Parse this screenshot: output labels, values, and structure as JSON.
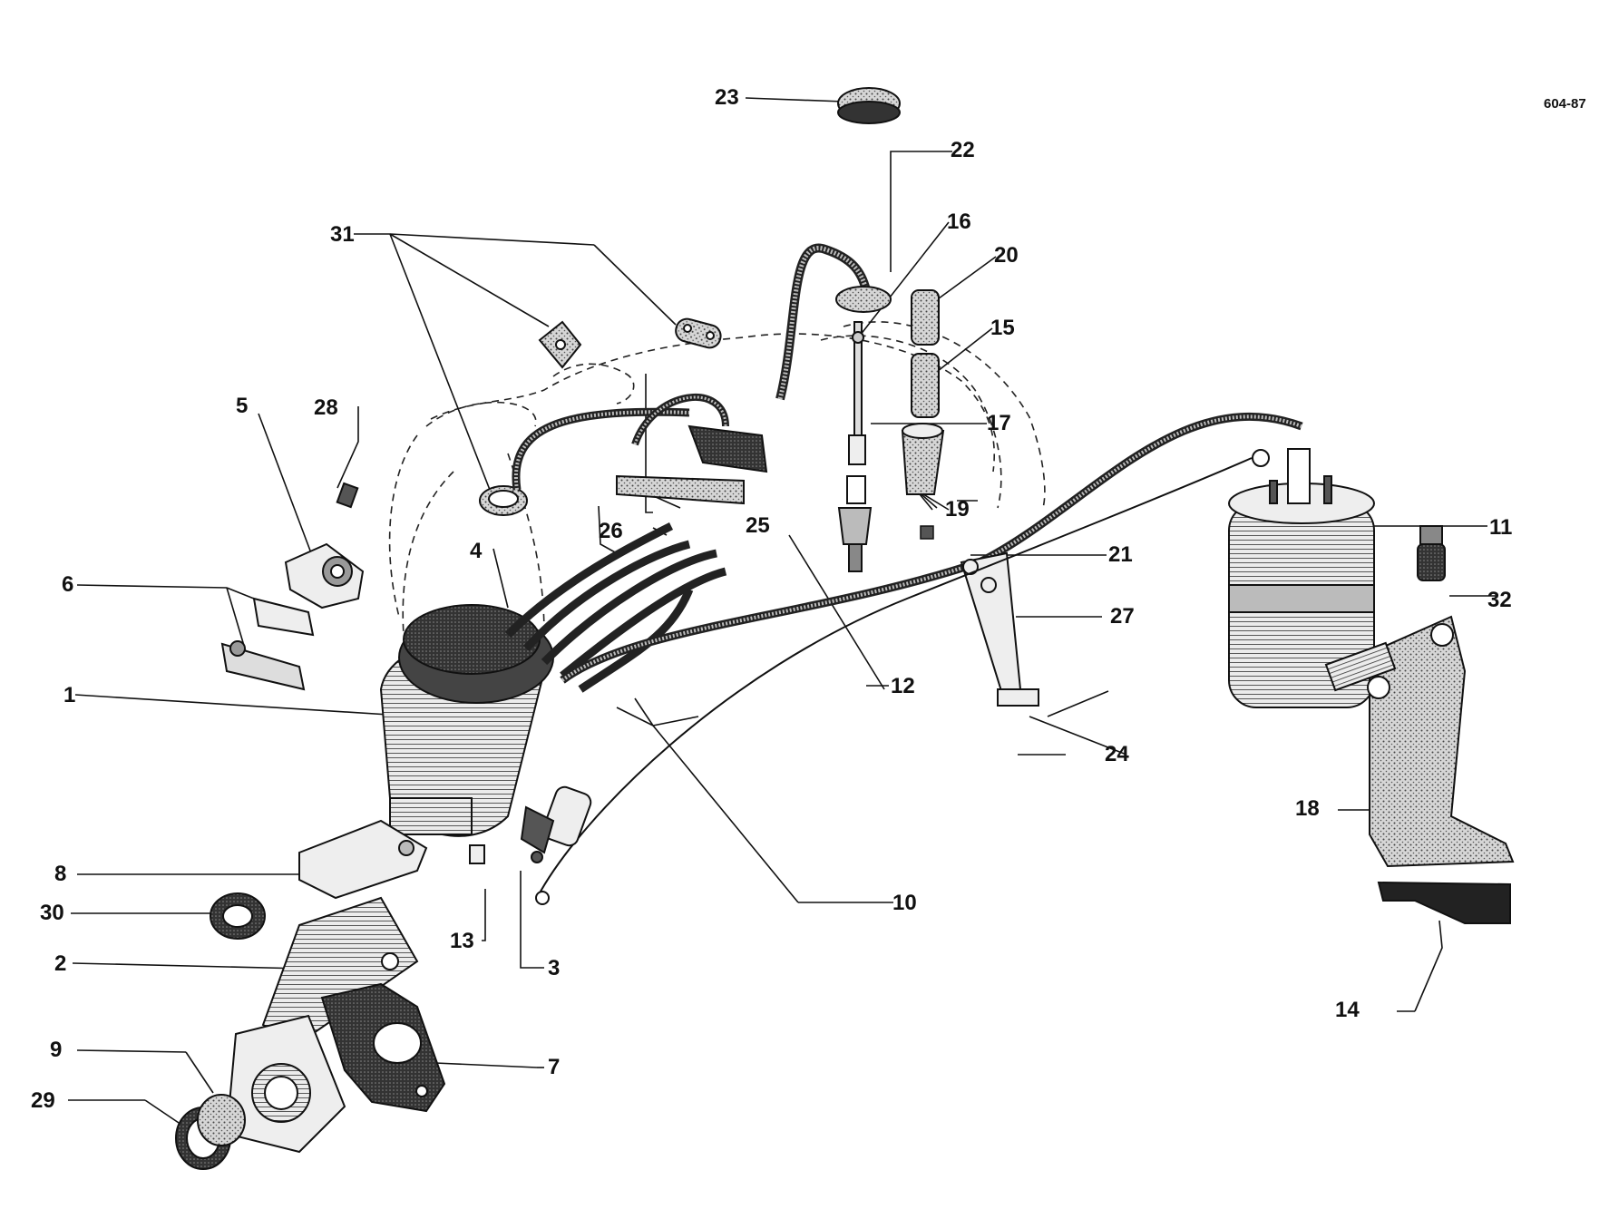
{
  "figure_ref": "604-87",
  "callouts": {
    "c1": "1",
    "c2": "2",
    "c3": "3",
    "c4": "4",
    "c5": "5",
    "c6": "6",
    "c7": "7",
    "c8": "8",
    "c9": "9",
    "c10": "10",
    "c11": "11",
    "c12": "12",
    "c13": "13",
    "c14": "14",
    "c15": "15",
    "c16": "16",
    "c17": "17",
    "c18": "18",
    "c19": "19",
    "c20": "20",
    "c21": "21",
    "c22": "22",
    "c23": "23",
    "c24": "24",
    "c25": "25",
    "c26": "26",
    "c27": "27",
    "c28": "28",
    "c29": "29",
    "c30": "30",
    "c31": "31",
    "c32": "32"
  }
}
